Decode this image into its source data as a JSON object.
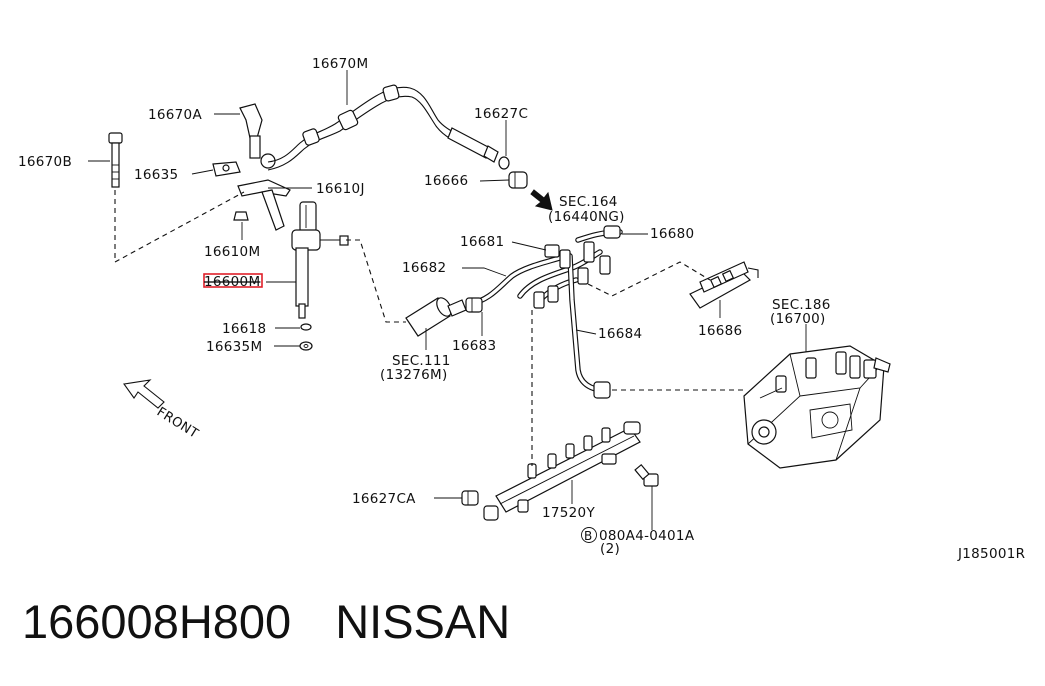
{
  "labels": {
    "p16670M": "16670M",
    "p16670A": "16670A",
    "p16627C": "16627C",
    "p16670B": "16670B",
    "p16635": "16635",
    "p16610J": "16610J",
    "p16666": "16666",
    "sec164": "SEC.164",
    "sec164ref": "(16440NG)",
    "p16610M": "16610M",
    "p16681": "16681",
    "p16680": "16680",
    "p16682": "16682",
    "p16600M": "16600M",
    "p16618": "16618",
    "p16635M": "16635M",
    "p16683": "16683",
    "p16684": "16684",
    "sec111": "SEC.111",
    "sec111ref": "(13276M)",
    "p16686": "16686",
    "sec186": "SEC.186",
    "sec186ref": "(16700)",
    "front": "FRONT",
    "p16627CA": "16627CA",
    "p17520Y": "17520Y",
    "bolt_symbol": "B",
    "bolt": "080A4-0401A",
    "bolt_qty": "(2)",
    "figure_code": "J185001R"
  },
  "caption": {
    "part_number": "166008H800",
    "brand": "NISSAN"
  },
  "colors": {
    "highlight": "#e0202a",
    "ink": "#111111"
  }
}
